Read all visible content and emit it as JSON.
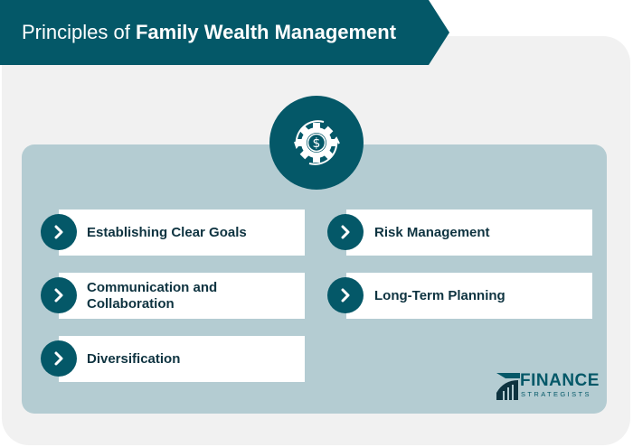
{
  "title": {
    "regular": "Principles of ",
    "bold": "Family Wealth Management"
  },
  "hero_icon": "gear-dollar-cycle-icon",
  "items": [
    {
      "label": "Establishing Clear Goals",
      "icon": "chevron-right-icon"
    },
    {
      "label": "Communication and Collaboration",
      "icon": "chevron-right-icon"
    },
    {
      "label": "Diversification",
      "icon": "chevron-right-icon"
    },
    {
      "label": "Risk Management",
      "icon": "chevron-right-icon"
    },
    {
      "label": "Long-Term Planning",
      "icon": "chevron-right-icon"
    }
  ],
  "logo": {
    "name": "FINANCE",
    "sub": "STRATEGISTS"
  },
  "colors": {
    "brand_teal": "#045868",
    "panel": "#b4ccd2",
    "card": "#f1f1f1",
    "text_dark": "#0e3340"
  }
}
